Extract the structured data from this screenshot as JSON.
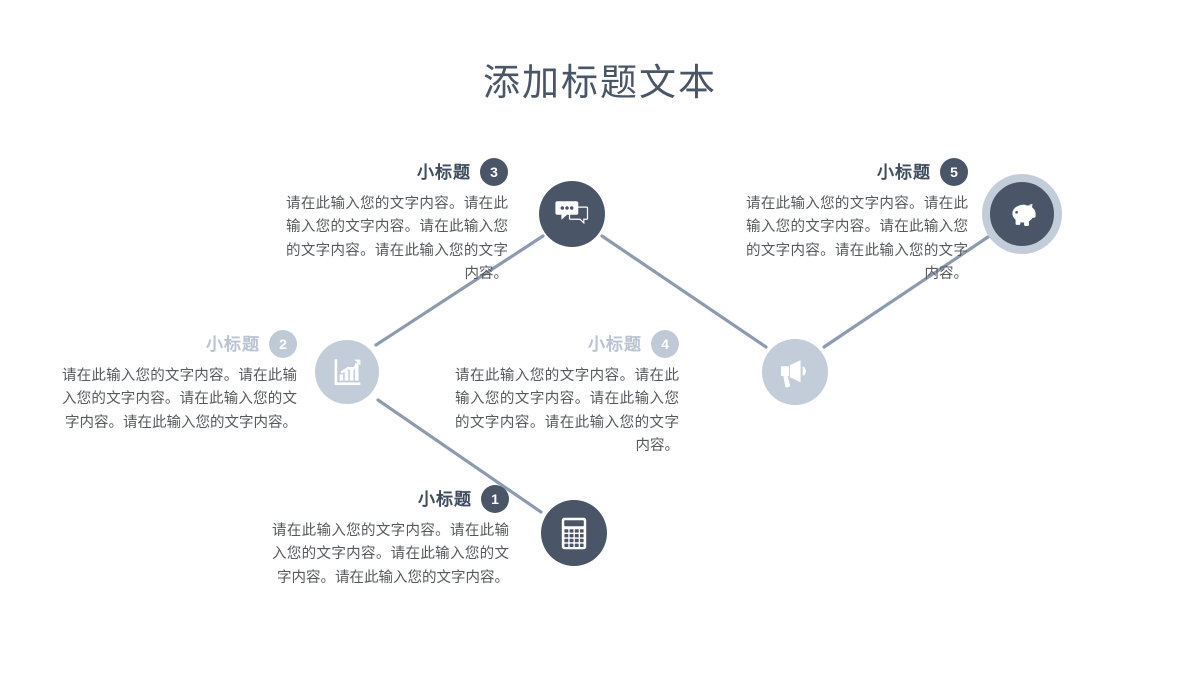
{
  "slide": {
    "title": "添加标题文本",
    "background_color": "#ffffff",
    "title_color": "#4a5568"
  },
  "palette": {
    "dark": "#4a5568",
    "light": "#c3ccd9",
    "ring": "#c3ccd9",
    "connector": "#8c9bb0",
    "body_text": "#56585c",
    "light_title": "#b9c3d2"
  },
  "nodes": [
    {
      "number": "1",
      "title": "小标题",
      "body": "请在此输入您的文字内容。请在此输入您的文字内容。请在此输入您的文字内容。请在此输入您的文字内容。",
      "icon": "calculator-icon",
      "theme": "dark",
      "circle_style": "solid-dark"
    },
    {
      "number": "2",
      "title": "小标题",
      "body": "请在此输入您的文字内容。请在此输入您的文字内容。请在此输入您的文字内容。请在此输入您的文字内容。",
      "icon": "bar-chart-growth-icon",
      "theme": "light",
      "circle_style": "solid-light"
    },
    {
      "number": "3",
      "title": "小标题",
      "body": "请在此输入您的文字内容。请在此输入您的文字内容。请在此输入您的文字内容。请在此输入您的文字内容。",
      "icon": "chat-bubbles-icon",
      "theme": "dark",
      "circle_style": "solid-dark"
    },
    {
      "number": "4",
      "title": "小标题",
      "body": "请在此输入您的文字内容。请在此输入您的文字内容。请在此输入您的文字内容。请在此输入您的文字内容。",
      "icon": "megaphone-icon",
      "theme": "light",
      "circle_style": "solid-light"
    },
    {
      "number": "5",
      "title": "小标题",
      "body": "请在此输入您的文字内容。请在此输入您的文字内容。请在此输入您的文字内容。请在此输入您的文字内容。",
      "icon": "piggy-bank-icon",
      "theme": "dark",
      "circle_style": "dark-with-light-ring"
    }
  ]
}
